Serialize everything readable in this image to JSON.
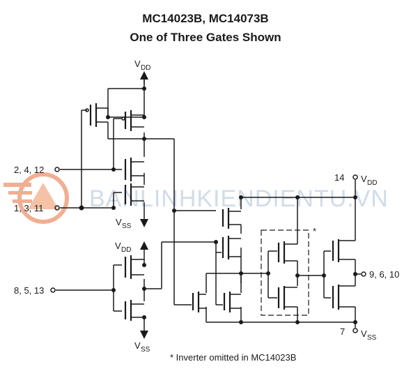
{
  "title": {
    "line1": "MC14023B, MC14073B",
    "line2": "One of Three Gates Shown"
  },
  "supply_labels": {
    "vdd_main": "V",
    "vdd_main_sub": "DD",
    "vss_main": "V",
    "vss_main_sub": "SS",
    "vdd_inv": "V",
    "vdd_inv_sub": "DD",
    "vss_inv": "V",
    "vss_inv_sub": "SS",
    "vdd_right_pin": "14",
    "vdd_right": "V",
    "vdd_right_sub": "DD",
    "vss_right_pin": "7",
    "vss_right": "V",
    "vss_right_sub": "SS"
  },
  "pins": {
    "input_a": "2, 4, 12",
    "input_b": "1, 3, 11",
    "input_c": "8, 5, 13",
    "output": "9, 6, 10"
  },
  "annotation": {
    "asterisk": "*",
    "note": "* Inverter omitted in MC14023B"
  },
  "watermark": {
    "text": "BANLINHKIENDIENTU.VN",
    "color": "#c9d6e4",
    "logo_color": "#f0a080"
  }
}
